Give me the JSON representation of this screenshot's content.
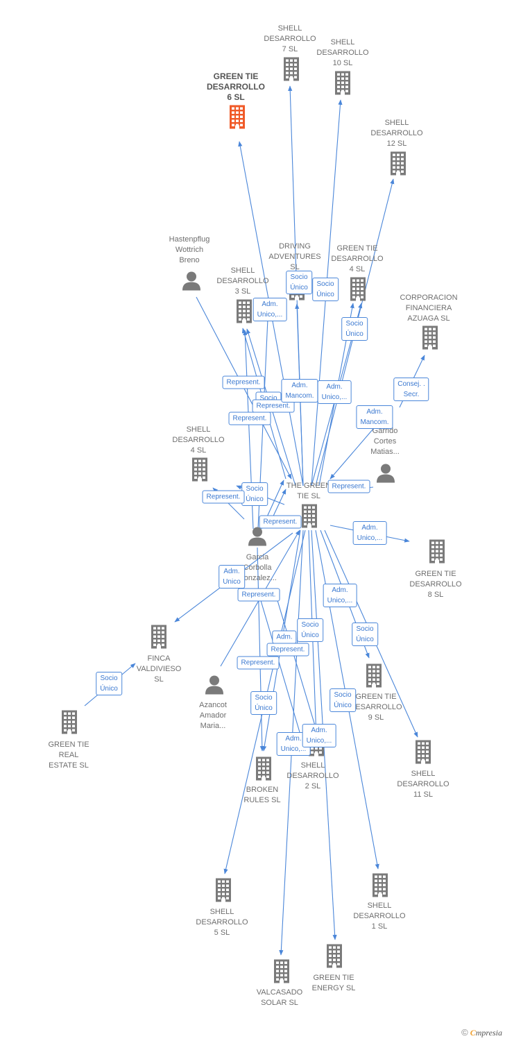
{
  "colors": {
    "edge": "#4a86d9",
    "node_gray": "#7a7a7a",
    "node_highlight": "#f05a28",
    "label_text": "#6e6e6e"
  },
  "nodes": [
    {
      "id": "gtd6",
      "label": "GREEN TIE\nDESARROLLO\n6  SL",
      "kind": "company",
      "highlight": true
    },
    {
      "id": "sd7",
      "label": "SHELL\nDESARROLLO\n7  SL",
      "kind": "company"
    },
    {
      "id": "sd10",
      "label": "SHELL\nDESARROLLO\n10  SL",
      "kind": "company"
    },
    {
      "id": "sd12",
      "label": "SHELL\nDESARROLLO\n12  SL",
      "kind": "company"
    },
    {
      "id": "hast",
      "label": "Hastenpflug\nWottrich\nBreno",
      "kind": "person"
    },
    {
      "id": "driving",
      "label": "DRIVING\nADVENTURES\nSL",
      "kind": "company"
    },
    {
      "id": "gtd4",
      "label": "GREEN TIE\nDESARROLLO\n4  SL",
      "kind": "company"
    },
    {
      "id": "sd3",
      "label": "SHELL\nDESARROLLO\n3  SL",
      "kind": "company"
    },
    {
      "id": "corp",
      "label": "CORPORACION\nFINANCIERA\nAZUAGA  SL",
      "kind": "company"
    },
    {
      "id": "sd4",
      "label": "SHELL\nDESARROLLO\n4  SL",
      "kind": "company"
    },
    {
      "id": "garrido",
      "label": "Garrido\nCortes\nMatias...",
      "kind": "person"
    },
    {
      "id": "center",
      "label": "THE GREEN\nTIE  SL",
      "kind": "company"
    },
    {
      "id": "garcia",
      "label": "Garcia\nCorbolla\nGonzalez...",
      "kind": "person"
    },
    {
      "id": "gtd8",
      "label": "GREEN TIE\nDESARROLLO\n8  SL",
      "kind": "company"
    },
    {
      "id": "finca",
      "label": "FINCA\nVALDIVIESO\nSL",
      "kind": "company"
    },
    {
      "id": "gtd9",
      "label": "GREEN TIE\nDESARROLLO\n9  SL",
      "kind": "company"
    },
    {
      "id": "azancot",
      "label": "Azancot\nAmador\nMaria...",
      "kind": "person"
    },
    {
      "id": "gtreal",
      "label": "GREEN TIE\nREAL\nESTATE  SL",
      "kind": "company"
    },
    {
      "id": "sd11",
      "label": "SHELL\nDESARROLLO\n11  SL",
      "kind": "company"
    },
    {
      "id": "sd2",
      "label": "SHELL\nDESARROLLO\n2  SL",
      "kind": "company"
    },
    {
      "id": "broken",
      "label": "BROKEN\nRULES  SL",
      "kind": "company"
    },
    {
      "id": "sd5",
      "label": "SHELL\nDESARROLLO\n5  SL",
      "kind": "company"
    },
    {
      "id": "sd1",
      "label": "SHELL\nDESARROLLO\n1  SL",
      "kind": "company"
    },
    {
      "id": "valcasado",
      "label": "VALCASADO\nSOLAR  SL",
      "kind": "company"
    },
    {
      "id": "gtenergy",
      "label": "GREEN TIE\nENERGY  SL",
      "kind": "company"
    }
  ],
  "relations": [
    {
      "id": "r1",
      "label": "Socio\nÚnico"
    },
    {
      "id": "r2",
      "label": "Socio\nÚnico"
    },
    {
      "id": "r3",
      "label": "Adm.\nUnico,..."
    },
    {
      "id": "r4",
      "label": "Socio\nÚnico"
    },
    {
      "id": "r5",
      "label": "Represent."
    },
    {
      "id": "r6",
      "label": "Socio"
    },
    {
      "id": "r7",
      "label": "Represent."
    },
    {
      "id": "r8",
      "label": "Adm.\nMancom."
    },
    {
      "id": "r9",
      "label": "Adm.\nUnico,..."
    },
    {
      "id": "r10",
      "label": "Consej. .\nSecr."
    },
    {
      "id": "r11",
      "label": "Adm.\nMancom."
    },
    {
      "id": "r12",
      "label": "Represent."
    },
    {
      "id": "r13",
      "label": "Represent."
    },
    {
      "id": "r14",
      "label": "Socio\nÚnico"
    },
    {
      "id": "r15",
      "label": "Represent."
    },
    {
      "id": "r16",
      "label": "Represent."
    },
    {
      "id": "r17",
      "label": "Adm.\nUnico,..."
    },
    {
      "id": "r18",
      "label": "Adm.\nUnico"
    },
    {
      "id": "r19",
      "label": "Represent."
    },
    {
      "id": "r20",
      "label": "Adm.\nUnico,..."
    },
    {
      "id": "r21",
      "label": "Socio\nÚnico"
    },
    {
      "id": "r22",
      "label": "Adm."
    },
    {
      "id": "r23",
      "label": "Socio\nÚnico"
    },
    {
      "id": "r24",
      "label": "Represent."
    },
    {
      "id": "r25",
      "label": "Represent."
    },
    {
      "id": "r26",
      "label": "Socio\nÚnico"
    },
    {
      "id": "r27",
      "label": "Socio\nÚnico"
    },
    {
      "id": "r28",
      "label": "Socio\nÚnico"
    },
    {
      "id": "r29",
      "label": "Adm.\nUnico,..."
    },
    {
      "id": "r30",
      "label": "Adm.\nUnico,..."
    }
  ],
  "footer": {
    "copyright": "©",
    "brand_first": "C",
    "brand_rest": "mpresia"
  }
}
